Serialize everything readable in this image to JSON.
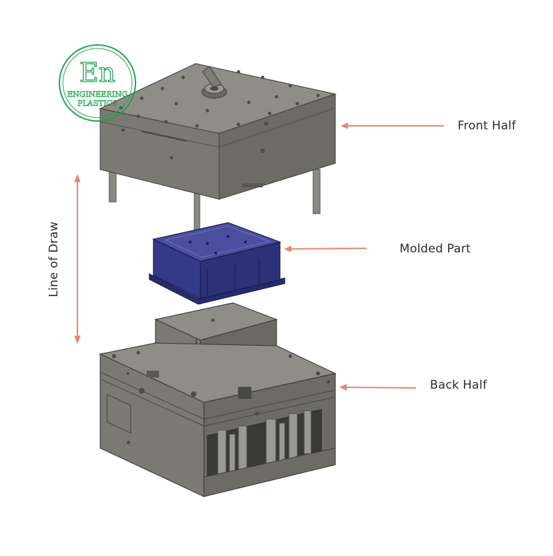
{
  "logo": {
    "mark": "En",
    "text_line1": "ENGINEERING",
    "text_line2": "PLASTICS"
  },
  "labels": {
    "front_half": "Front Half",
    "molded_part": "Molded Part",
    "back_half": "Back Half",
    "line_of_draw": "Line of Draw"
  },
  "colors": {
    "mold_steel": "#79786f",
    "mold_steel_top": "#8f8e86",
    "mold_steel_dark": "#5f5e57",
    "molded_part": "#2f3685",
    "molded_part_top": "#4a4fa0",
    "arrow": "#e48a6c",
    "logo_green": "#1aa14a"
  },
  "icons": {
    "front_arrow": "arrow-left-icon",
    "part_arrow": "arrow-left-icon",
    "back_arrow": "arrow-left-icon",
    "draw_arrow": "double-arrow-vertical-icon"
  }
}
